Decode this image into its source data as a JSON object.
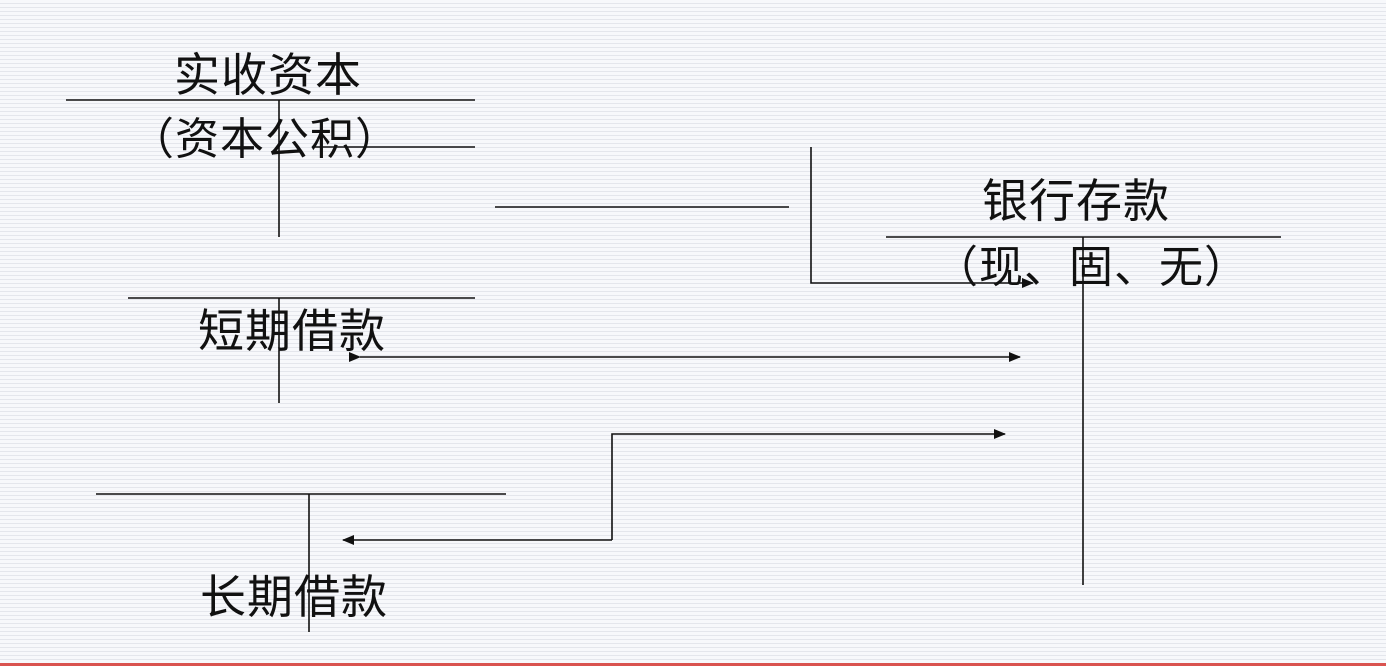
{
  "labels": {
    "paid_in_capital": "实收资本",
    "capital_reserve": "（资本公积）",
    "bank_deposit": "银行存款",
    "bank_deposit_sub": "（现、固、无）",
    "short_term_loan": "短期借款",
    "long_term_loan": "长期借款"
  },
  "colors": {
    "line": "#111111",
    "accent_bottom": "#d9534f"
  }
}
